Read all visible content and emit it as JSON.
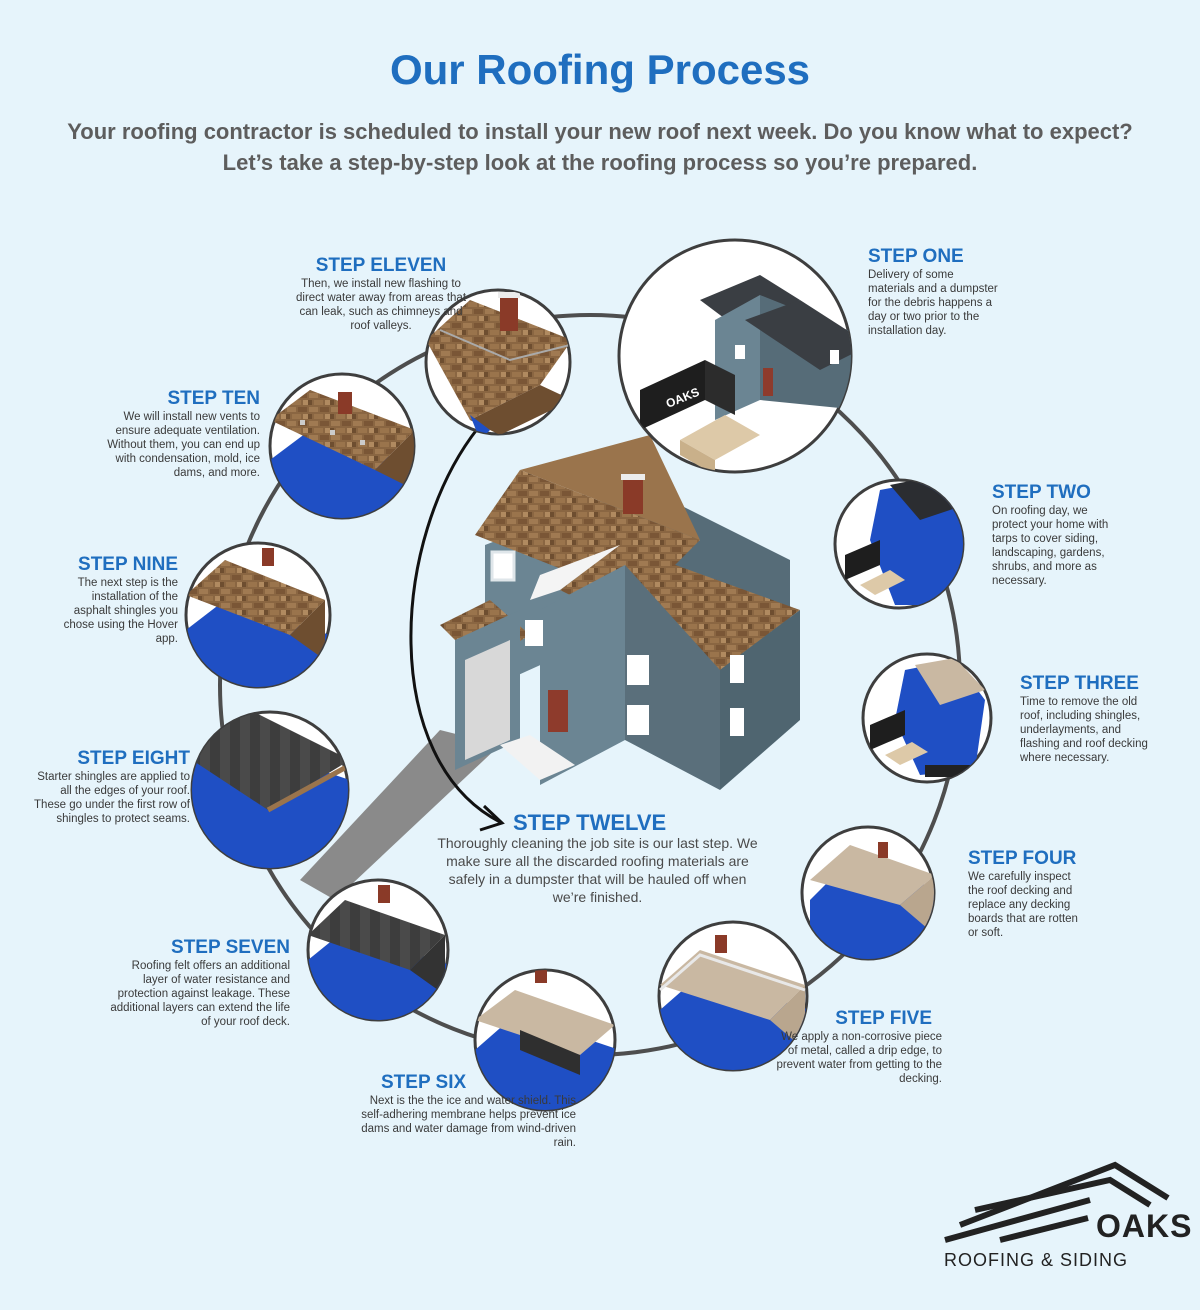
{
  "header": {
    "title": "Our Roofing Process",
    "intro": "Your roofing contractor is scheduled to install your new roof next week. Do you know what to expect? Let’s take a step-by-step look at the roofing process so you’re prepared."
  },
  "steps": [
    {
      "heading": "STEP ONE",
      "text": "Delivery of some materials and a dumpster for the debris happens a day or two prior to the installation day."
    },
    {
      "heading": "STEP TWO",
      "text": "On roofing day, we protect your home with tarps to cover siding, landscaping, gardens, shrubs, and more as necessary."
    },
    {
      "heading": "STEP THREE",
      "text": "Time to remove the old roof, including shingles, underlayments, and flashing and roof decking where necessary."
    },
    {
      "heading": "STEP FOUR",
      "text": "We carefully inspect the roof decking and replace any decking boards that are rotten or soft."
    },
    {
      "heading": "STEP FIVE",
      "text": "We apply a non-corrosive piece of metal, called a drip edge, to prevent water from getting to the decking."
    },
    {
      "heading": "STEP SIX",
      "text": "Next is the the ice and water shield. This self-adhering membrane helps prevent ice dams and water damage from wind-driven rain."
    },
    {
      "heading": "STEP SEVEN",
      "text": "Roofing felt offers an additional layer of water resistance and protection against leakage. These additional layers can extend the life of your roof deck."
    },
    {
      "heading": "STEP EIGHT",
      "text": "Starter shingles are applied to all the edges of your roof. These go under the first row of shingles to protect seams."
    },
    {
      "heading": "STEP NINE",
      "text": "The next step is the installation of the asphalt shingles you chose using the Hover app."
    },
    {
      "heading": "STEP TEN",
      "text": "We will install new vents to ensure adequate ventilation. Without them, you can end up with condensation, mold, ice dams, and more."
    },
    {
      "heading": "STEP ELEVEN",
      "text": "Then, we install new flashing to direct water away from areas that can leak, such as chimneys and roof valleys."
    },
    {
      "heading": "STEP TWELVE",
      "text": "Thoroughly cleaning the job site is our last step. We make sure all the discarded roofing materials are safely in a dumpster that will be hauled off when we’re finished."
    }
  ],
  "dumpster_label": "OAKS",
  "logo": {
    "brand": "OAKS",
    "tagline": "ROOFING & SIDING"
  },
  "colors": {
    "accent": "#1f6ebf",
    "background": "#e6f4fb",
    "tarp": "#1f4fc4",
    "shingle": "#8a6642",
    "siding": "#5f7580"
  }
}
